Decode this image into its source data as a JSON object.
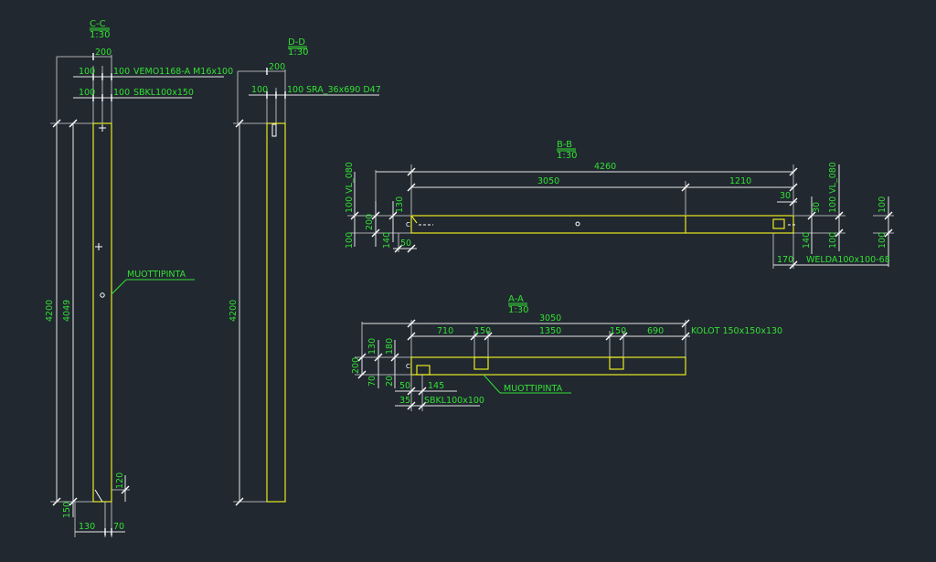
{
  "colors": {
    "background": "#212830",
    "text": "#33e033",
    "beam": "#e8e820",
    "dimension": "#e6e6e6"
  },
  "sections": {
    "cc": {
      "title": "C-C",
      "scale": "1:30",
      "dims": {
        "w200": "200",
        "l100": "100",
        "r100": "100",
        "l100b": "100",
        "r100b": "100",
        "h4200": "4200",
        "h4049": "4049",
        "b150": "150",
        "b120": "120",
        "b130": "130",
        "b70": "70"
      },
      "labels": {
        "vemo": "VEMO1168-A M16x100",
        "sbkl": "SBKL100x150",
        "muotti": "MUOTTIPINTA"
      }
    },
    "dd": {
      "title": "D-D",
      "scale": "1:30",
      "dims": {
        "w200": "200",
        "l100": "100",
        "r100": "100",
        "h4200": "4200"
      },
      "labels": {
        "sra": "SRA_36x690 D47"
      }
    },
    "bb": {
      "title": "B-B",
      "scale": "1:30",
      "dims": {
        "total": "4260",
        "d3050": "3050",
        "d1210": "1210",
        "d30": "30",
        "l100vl": "100 VL_080",
        "l200": "200",
        "l130": "130",
        "l100": "100",
        "l140": "140",
        "l50": "50",
        "r30": "30",
        "r100vl": "100 VL_080",
        "r140": "140",
        "r100": "100",
        "rr100a": "100",
        "rr100b": "100",
        "r170": "170"
      },
      "labels": {
        "welda": "WELDA100x100-68"
      }
    },
    "aa": {
      "title": "A-A",
      "scale": "1:30",
      "dims": {
        "total": "3050",
        "d710": "710",
        "d150a": "150",
        "d1350": "1350",
        "d150b": "150",
        "d690": "690",
        "v130": "130",
        "v180": "180",
        "v200": "200",
        "v70": "70",
        "v20": "20",
        "h50": "50",
        "h145": "145",
        "h35": "35"
      },
      "labels": {
        "kolot": "KOLOT 150x150x130",
        "sbkl": "SBKL100x100",
        "muotti": "MUOTTIPINTA"
      }
    }
  }
}
